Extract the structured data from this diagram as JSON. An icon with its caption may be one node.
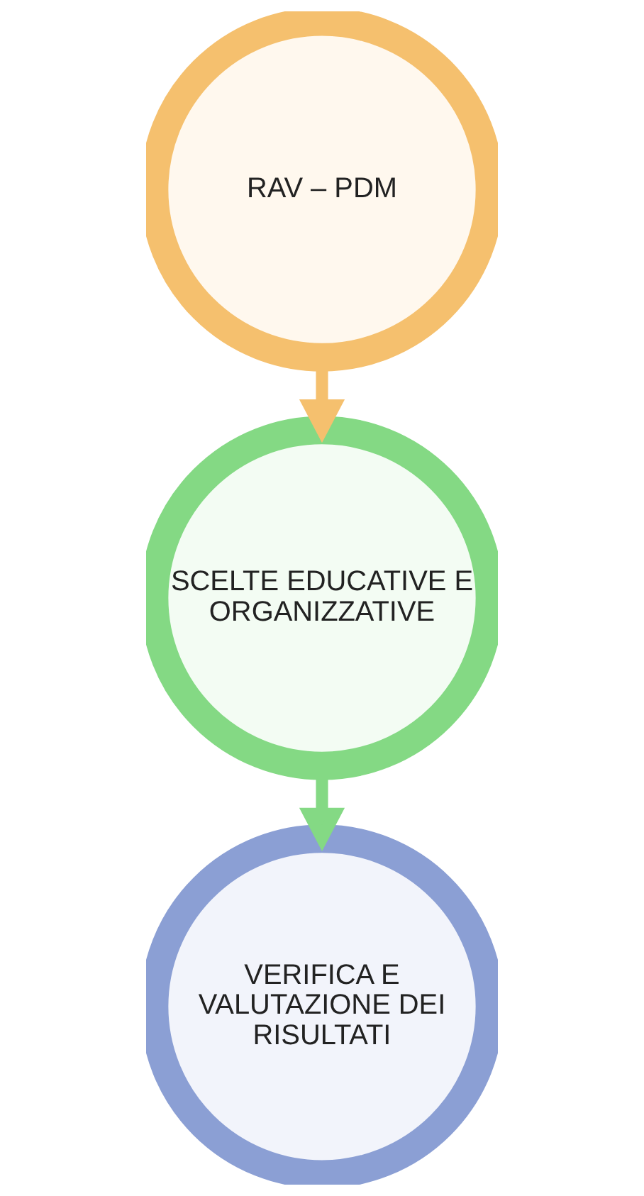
{
  "diagram": {
    "nodes": [
      {
        "text": [
          "RAV – PDM"
        ]
      },
      {
        "text": [
          "SCELTE EDUCATIVE E ORGANIZZATIVE"
        ]
      },
      {
        "text": [
          "VERIFICA E VALUTAZIONE DEI RISULTATI"
        ]
      }
    ],
    "edges": [
      {
        "from": 0,
        "to": 1,
        "arrow": "to",
        "color": "#f5c06e"
      },
      {
        "from": 1,
        "to": 2,
        "arrow": "to",
        "color": "#84d984"
      }
    ]
  }
}
